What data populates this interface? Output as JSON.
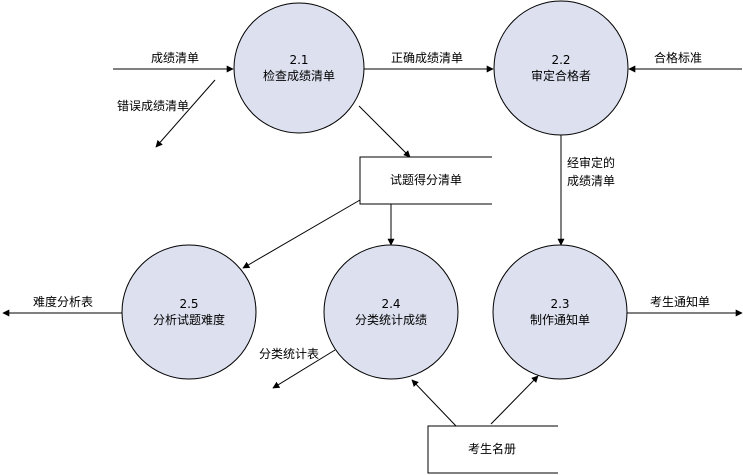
{
  "processes": [
    {
      "id": "p21",
      "number": "2.1",
      "label": "检查成绩清单"
    },
    {
      "id": "p22",
      "number": "2.2",
      "label": "审定合格者"
    },
    {
      "id": "p23",
      "number": "2.3",
      "label": "制作通知单"
    },
    {
      "id": "p24",
      "number": "2.4",
      "label": "分类统计成绩"
    },
    {
      "id": "p25",
      "number": "2.5",
      "label": "分析试题难度"
    }
  ],
  "stores": [
    {
      "id": "s1",
      "label": "试题得分清单"
    },
    {
      "id": "s2",
      "label": "考生名册"
    }
  ],
  "flows": [
    {
      "id": "f1",
      "label": "成绩清单"
    },
    {
      "id": "f2",
      "label": "错误成绩清单"
    },
    {
      "id": "f3",
      "label": "正确成绩清单"
    },
    {
      "id": "f4",
      "label": "合格标准"
    },
    {
      "id": "f5",
      "line1": "经审定的",
      "line2": "成绩清单"
    },
    {
      "id": "f6",
      "label": "考生通知单"
    },
    {
      "id": "f7",
      "label": "难度分析表"
    },
    {
      "id": "f8",
      "label": "分类统计表"
    }
  ],
  "colors": {
    "process_fill": "#dde0ef",
    "stroke": "#000000",
    "background": "#ffffff"
  }
}
